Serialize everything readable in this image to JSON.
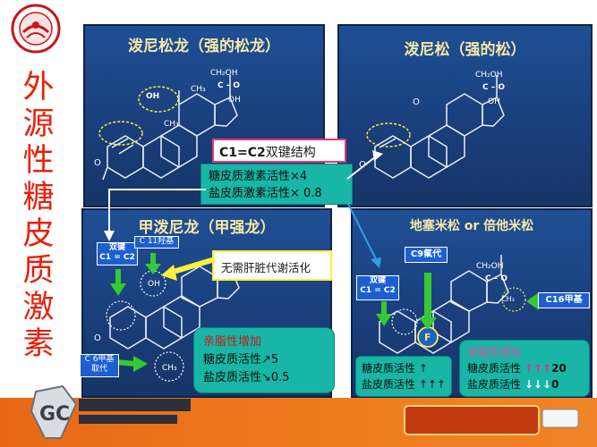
{
  "left_title": "外\n源\n性\n糖\n皮\n质\n激\n素",
  "panels": {
    "p1_title": "泼尼松龙（强的松龙）",
    "p2_title": "泼尼松（强的松）",
    "p3_title": "甲泼尼龙（甲强龙）",
    "p4_title": "地塞米松 or 倍他米松"
  },
  "chem": {
    "ch2oh": "CH₂OH",
    "co": "C – O",
    "oh": "OH",
    "ch3": "CH₃",
    "o": "O",
    "f": "F"
  },
  "callouts": {
    "c1c2_prefix": "C1=C2",
    "c1c2_suffix": "双键结构",
    "gluco_line1": "糖皮质激素活性×4",
    "gluco_line2": "盐皮质激素活性× 0.8",
    "no_liver": "无需肝脏代谢活化",
    "lipo_title": "亲脂性增加",
    "lipo_line1": "糖皮质活性↗5",
    "lipo_line2": "盐皮质活性↘0.5",
    "dexa_line1": "糖皮质活性 ↑",
    "dexa_line2": "盐皮质活性 ↑↑↑",
    "beta_title": "亲脂性增加",
    "beta_line1": "糖皮质活性",
    "beta_val1": "20",
    "beta_line2": "盐皮质活性",
    "beta_val2": "0"
  },
  "boxes": {
    "double_bond": "双键\nC1 = C2",
    "c11": "C 11羟基",
    "c6": "C 6甲基\n取代",
    "c9": "C9氟代",
    "double_bond_2": "双键\nC1 = C2",
    "c16": "C16甲基"
  },
  "colors": {
    "title_red": "#e8200c",
    "panel_blue": "#1f4f95",
    "callout_teal": "#16b1a6",
    "highlight_yellow": "#ffef3a",
    "green_arrow": "#35c933",
    "pink": "#f0409a"
  }
}
